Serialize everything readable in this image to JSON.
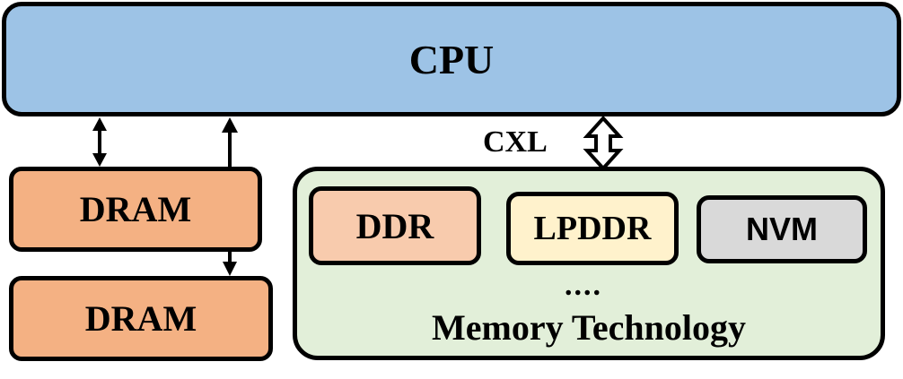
{
  "diagram": {
    "cpu": {
      "label": "CPU",
      "color": "#9dc3e6"
    },
    "dram_modules": [
      {
        "label": "DRAM",
        "color": "#f4b183"
      },
      {
        "label": "DRAM",
        "color": "#f4b183"
      }
    ],
    "interconnect": {
      "label": "CXL"
    },
    "memory_pool": {
      "label": "Memory Technology",
      "color": "#e2efd9",
      "ellipsis": "....",
      "technologies": [
        {
          "label": "DDR",
          "color": "#f8cbad"
        },
        {
          "label": "LPDDR",
          "color": "#fff2cc"
        },
        {
          "label": "NVM",
          "color": "#d9d9d9"
        }
      ]
    }
  }
}
